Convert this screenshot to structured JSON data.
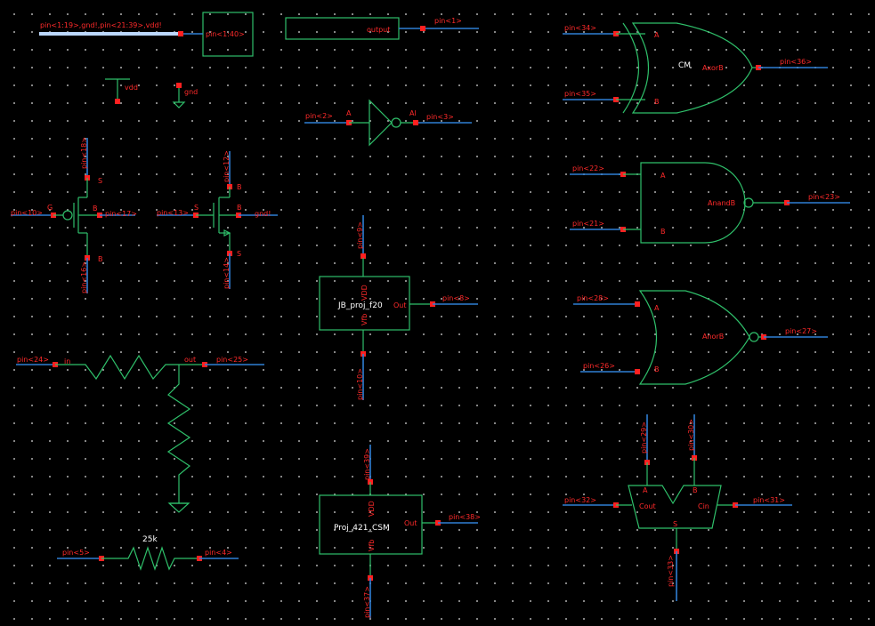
{
  "labels": {
    "bus_top": "pin<1:19>,gnd!,pin<21:39>,vdd!",
    "bus_box": "pin<1:40>",
    "output_box": "output",
    "pin1": "pin<1>",
    "vdd": "vdd",
    "gnd": "gnd",
    "pin2": "pin<2>",
    "inv_in": "A",
    "inv_out": "AI",
    "pin3": "pin<3>",
    "pin34": "pin<34>",
    "pin35": "pin<35>",
    "xor_a": "A",
    "xor_b": "B",
    "xor_name": "CM",
    "xor_out": "AxorB",
    "pin36": "pin<36>",
    "pin18": "pin<18>",
    "pin10": "pin<10>",
    "pin17": "pin<17>",
    "pin16": "pin<16>",
    "pmos_g": "G",
    "pmos_s": "S",
    "pmos_b": "B",
    "pmos_d": "B",
    "pin12": "pin<12>",
    "pin13": "pin<13>",
    "pin14": "pin<14>",
    "gnd_pin": "gnd!",
    "nmos_s": "S",
    "nmos_b": "B",
    "nmos_d": "B",
    "nmos_s2": "S",
    "pin9": "pin<9>",
    "jb_vdd": "VDD",
    "jb_name": "JB_proj_f20",
    "jb_out": "Out",
    "jb_vss": "Vfb",
    "pin8": "pin<8>",
    "pin10b": "pin<10>",
    "pin22": "pin<22>",
    "pin21": "pin<21>",
    "nand_a": "A",
    "nand_b": "B",
    "nand_out": "AnandB",
    "pin23": "pin<23>",
    "pin24": "pin<24>",
    "res_in": "in",
    "res_out": "out",
    "pin25": "pin<25>",
    "pin28": "pin<28>",
    "pin26": "pin<26>",
    "or_a": "A",
    "or_b": "B",
    "or_out": "AnorB",
    "pin27": "pin<27>",
    "pin29": "pin<29>",
    "pin30": "pin<30>",
    "fa_a": "A",
    "fa_b": "B",
    "fa_cout": "Cout",
    "fa_cin": "Cin",
    "fa_s": "S",
    "pin32": "pin<32>",
    "pin31": "pin<31>",
    "pin33": "pin<33>",
    "pin39": "pin<39>",
    "csm_vdd": "VDD",
    "csm_name": "Proj_421_CSM",
    "csm_out": "Out",
    "csm_vss": "Vfb",
    "pin38": "pin<38>",
    "pin37": "pin<37>",
    "res_value": "25k",
    "pin5": "pin<5>",
    "pin4": "pin<4>"
  },
  "colors": {
    "background": "#000000",
    "symbol": "#2fbf6a",
    "wire": "#2f7fd4",
    "pin_label": "#ff2a2a",
    "pin_marker": "#ff2020"
  }
}
